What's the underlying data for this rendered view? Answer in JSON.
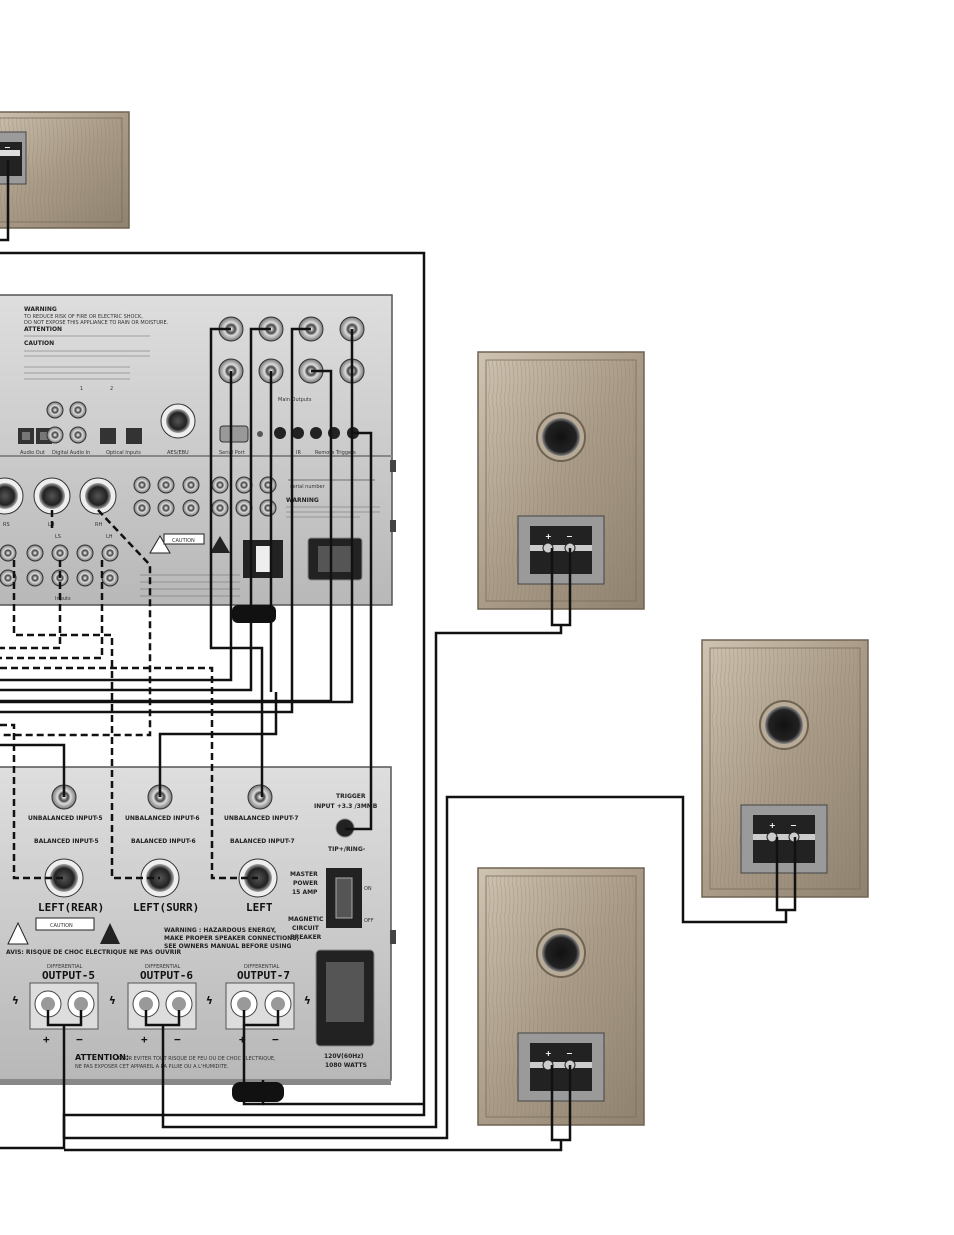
{
  "processor": {
    "warning_title": "WARNING",
    "warning_line1": "TO REDUCE RISK OF FIRE OR ELECTRIC SHOCK,",
    "warning_line2": "DO NOT EXPOSE THIS APPLIANCE TO RAIN OR MOISTURE.",
    "attention_title": "ATTENTION",
    "caution_title": "CAUTION",
    "audio_out": "Audio Out",
    "digital_audio_in": "Digital Audio In",
    "optical_inputs": "Optical Inputs",
    "aes_ebu": "AES/EBU",
    "serial_port": "Serial Port",
    "ir": "IR",
    "remote_triggers": "Remote Triggers",
    "main_outputs": "Main Outputs",
    "serial_number": "serial number",
    "warning_right": "WARNING",
    "caution_badge": "CAUTION",
    "inputs": "Inputs",
    "label_rs": "RS",
    "label_lh": "LH",
    "label_rh": "RH",
    "label_ls": "LS",
    "num_1": "1",
    "num_2": "2"
  },
  "amplifier": {
    "channels": [
      {
        "unbalanced": "UNBALANCED INPUT-5",
        "balanced": "BALANCED INPUT-5",
        "name": "LEFT(REAR)",
        "diff": "DIFFERENTIAL",
        "output": "OUTPUT-5"
      },
      {
        "unbalanced": "UNBALANCED INPUT-6",
        "balanced": "BALANCED INPUT-6",
        "name": "LEFT(SURR)",
        "diff": "DIFFERENTIAL",
        "output": "OUTPUT-6"
      },
      {
        "unbalanced": "UNBALANCED INPUT-7",
        "balanced": "BALANCED INPUT-7",
        "name": "LEFT",
        "diff": "DIFFERENTIAL",
        "output": "OUTPUT-7"
      }
    ],
    "trigger_title": "TRIGGER",
    "trigger_input": "INPUT +3.3 /3MMB",
    "tip_ring": "TIP+/RING-",
    "master_power": [
      "MASTER",
      "POWER",
      "15 AMP"
    ],
    "on": "ON",
    "off": "OFF",
    "magnetic": [
      "MAGNETIC",
      "CIRCUIT",
      "BREAKER"
    ],
    "caution": "CAUTION",
    "warning": "WARNING : HAZARDOUS ENERGY,",
    "warning2": "MAKE PROPER SPEAKER CONNECTIONS,",
    "warning3": "SEE OWNERS MANUAL BEFORE USING",
    "aves": "AVIS: RISQUE DE CHOC ELECTRIQUE NE PAS OUVRIR",
    "attention": "ATTENTION:",
    "attention_text": "POUR EVITER TOUT RISQUE DE FEU OU DE CHOC ELECTRIQUE,",
    "attention_text2": "NE PAS EXPOSER CET APPAREIL A LA PLUIE OU A L'HUMIDITE.",
    "power_rating": [
      "120V(60Hz)",
      "1080 WATTS"
    ],
    "plus": "+",
    "minus": "−"
  },
  "speaker_terminal": {
    "plus": "+",
    "minus": "−"
  },
  "colors": {
    "wire": "#111111",
    "panel": "#c9c9c9",
    "panel_dark": "#9a9a9a",
    "wood": "#a89a88",
    "wood_light": "#c8bcaa",
    "terminal": "#555555"
  }
}
